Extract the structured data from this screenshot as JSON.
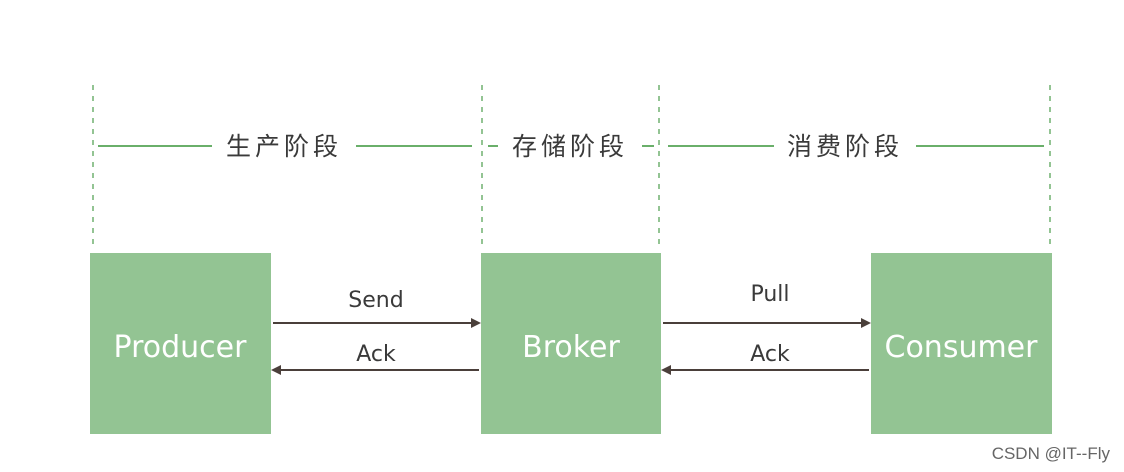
{
  "phases": [
    {
      "label": "生产阶段"
    },
    {
      "label": "存储阶段"
    },
    {
      "label": "消费阶段"
    }
  ],
  "nodes": [
    {
      "label": "Producer"
    },
    {
      "label": "Broker"
    },
    {
      "label": "Consumer"
    }
  ],
  "edges": [
    {
      "from": "Producer",
      "to": "Broker",
      "label": "Send"
    },
    {
      "from": "Broker",
      "to": "Producer",
      "label": "Ack"
    },
    {
      "from": "Broker",
      "to": "Consumer",
      "label": "Pull"
    },
    {
      "from": "Consumer",
      "to": "Broker",
      "label": "Ack"
    }
  ],
  "watermark": "CSDN @IT--Fly",
  "colors": {
    "box_fill": "#93c493",
    "dashed_line": "#93c493",
    "phase_line": "#6aaf6a",
    "arrow": "#4a3f3a",
    "box_text": "#ffffff"
  }
}
